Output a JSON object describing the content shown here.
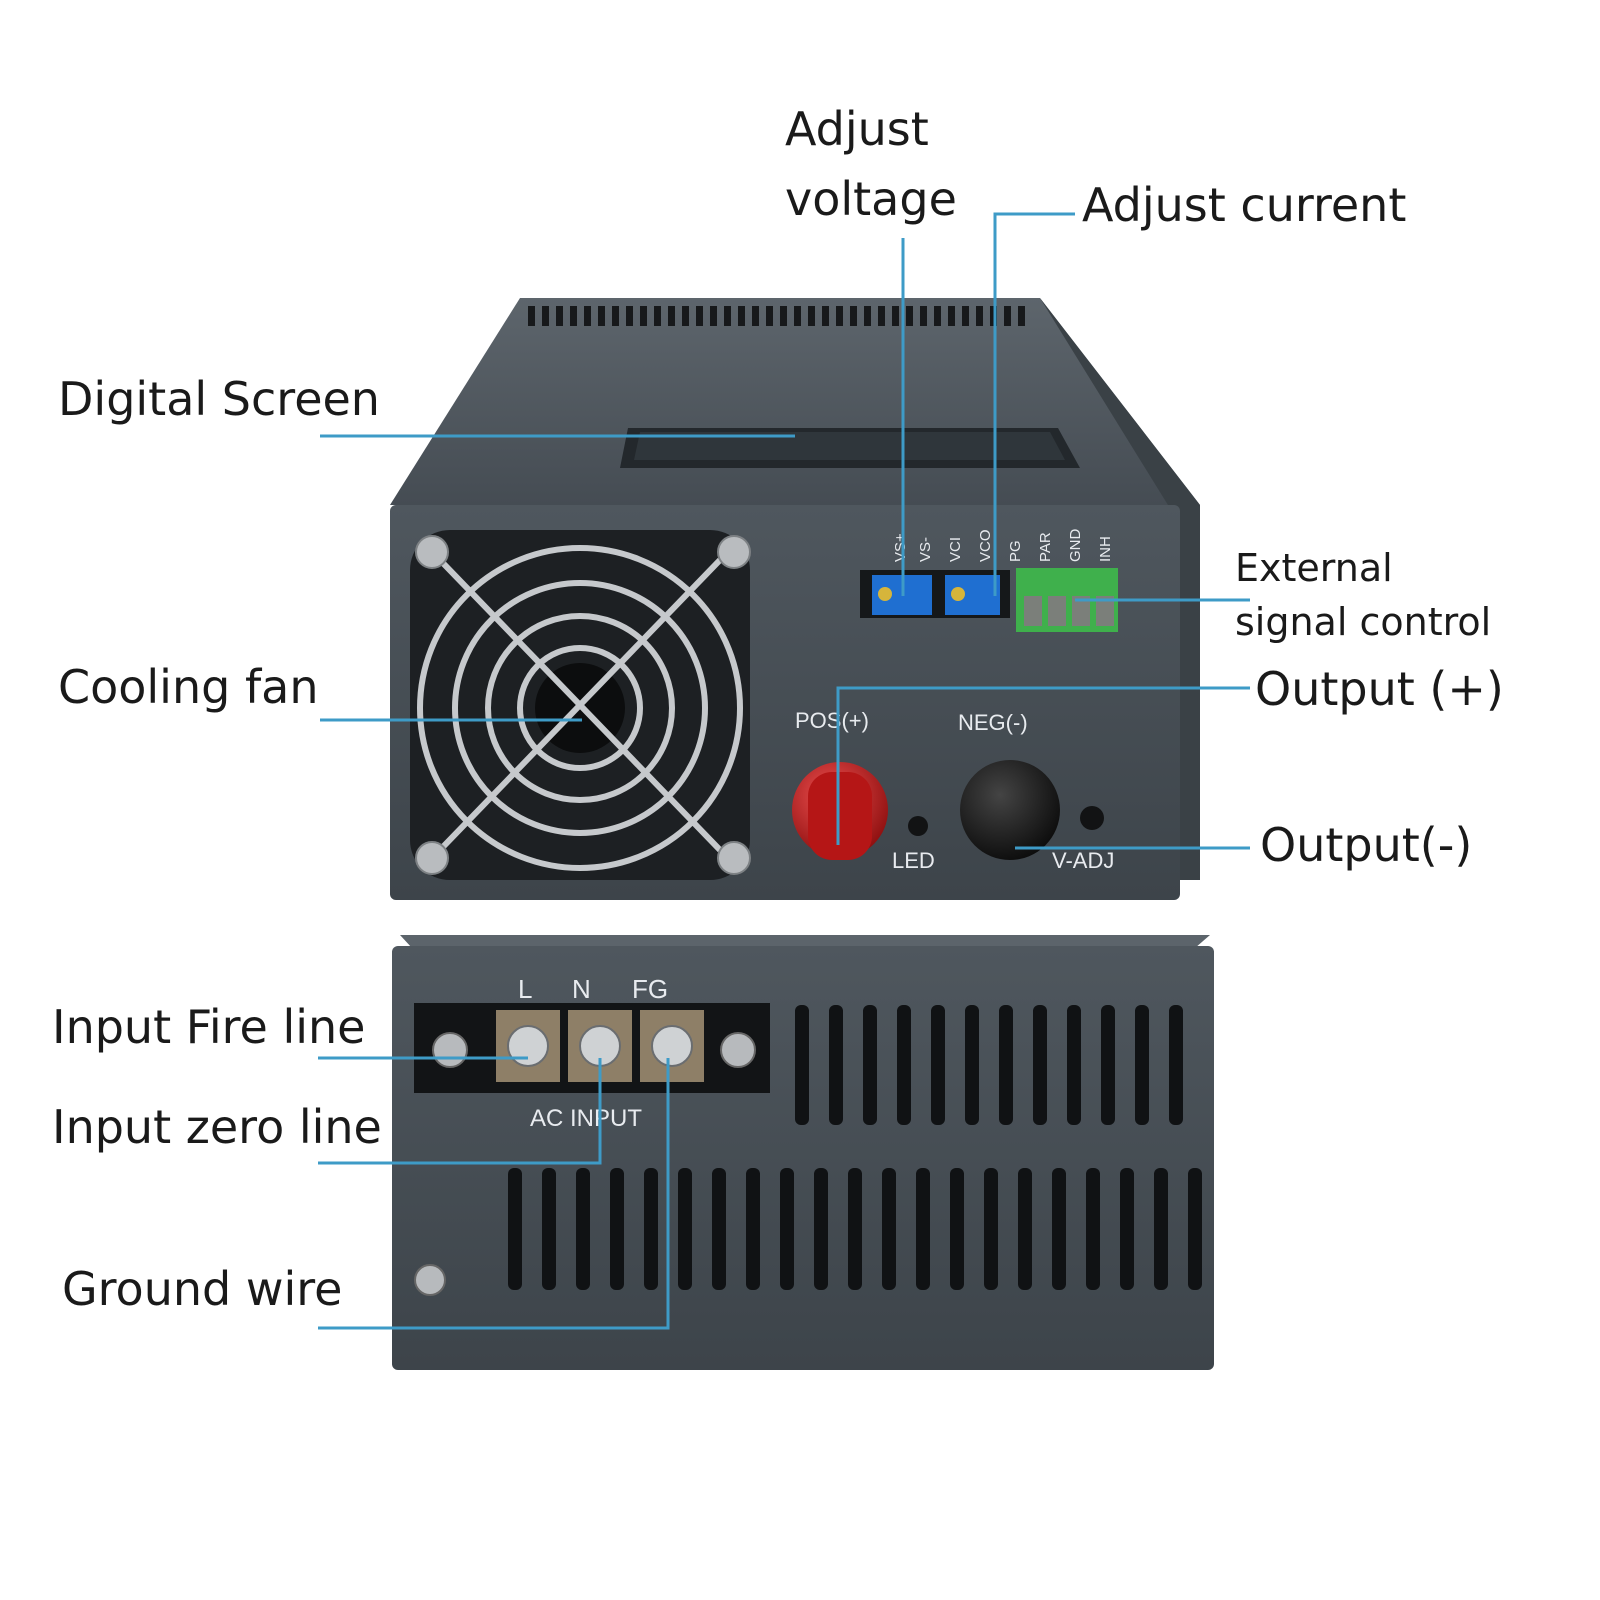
{
  "callouts": {
    "adjust_voltage_line1": "Adjust",
    "adjust_voltage_line2": "voltage",
    "adjust_current": "Adjust current",
    "digital_screen": "Digital Screen",
    "cooling_fan": "Cooling fan",
    "external_signal_line1": "External",
    "external_signal_line2": "signal control",
    "output_pos": "Output (+)",
    "output_neg": "Output(-)",
    "input_fire": "Input Fire line",
    "input_zero": "Input zero line",
    "ground_wire": "Ground wire"
  },
  "device_labels": {
    "pins": [
      "VS+",
      "VS-",
      "VCI",
      "VCO",
      "PG",
      "PAR",
      "GND",
      "INH"
    ],
    "pos": "POS(+)",
    "neg": "NEG(-)",
    "led": "LED",
    "vadj": "V-ADJ",
    "terminal_l": "L",
    "terminal_n": "N",
    "terminal_fg": "FG",
    "ac_input": "AC INPUT"
  },
  "colors": {
    "leader": "#3e9bc7",
    "chassis": "#4a5158",
    "trim_pot": "#1f6fd1",
    "terminal_block": "#3fb04c",
    "pos_post": "#c81e1e"
  }
}
